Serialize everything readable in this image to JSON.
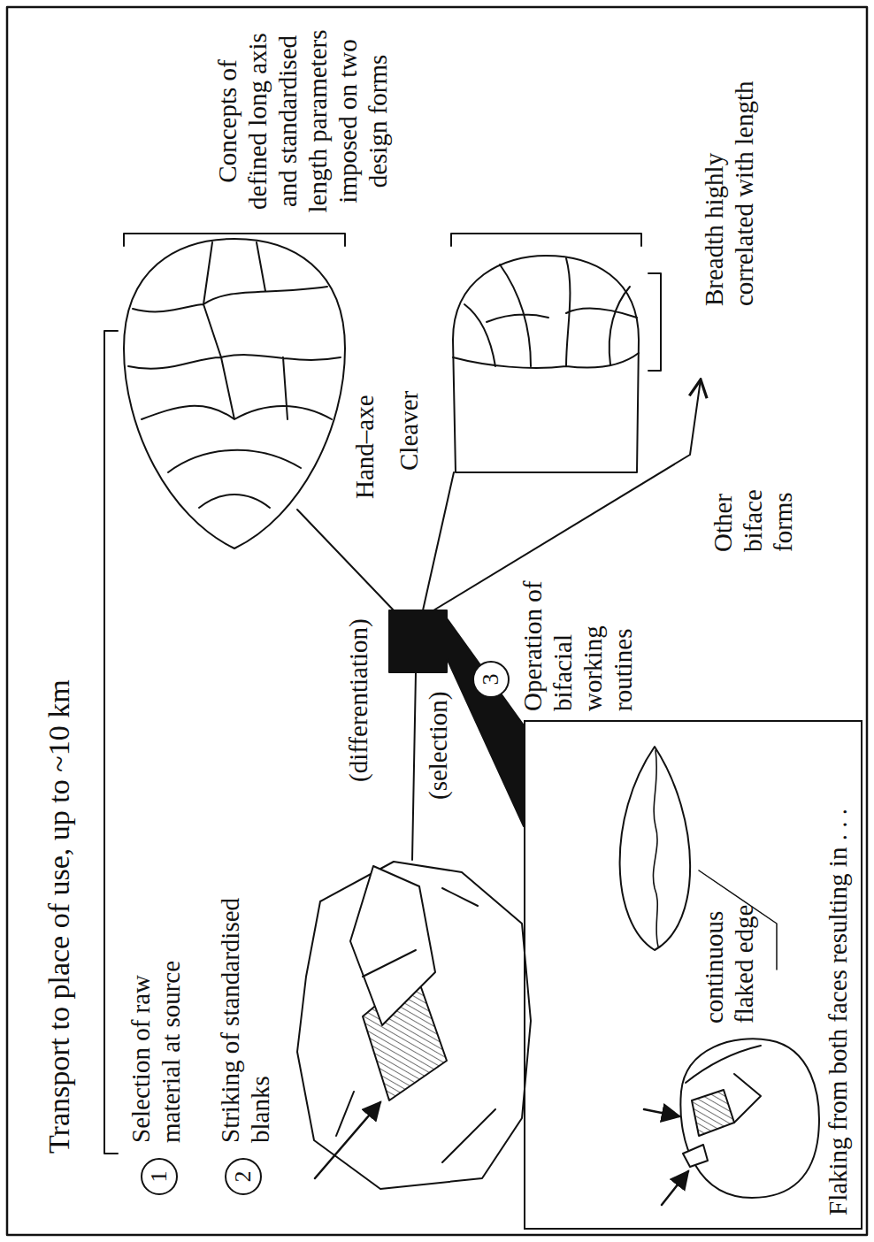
{
  "diagram": {
    "nodes": [
      {
        "text": [
          "1"
        ]
      },
      {
        "text": [
          "2"
        ]
      },
      {
        "text": [
          "3"
        ]
      },
      {
        "text": [
          "Flaking from both faces resulting in . . .",
          "continuous flaked edge"
        ]
      }
    ],
    "labels": [
      "Transport to place of use, up to ~10 km",
      "Selection of raw material at source",
      "Striking of standardised blanks",
      "(selection)",
      "(differentiation)",
      "Operation of bifacial working routines",
      "Hand–axe",
      "Cleaver",
      "Other biface forms",
      "Concepts of defined long axis and standardised length parameters imposed on two design forms",
      "Breadth highly correlated with length"
    ]
  }
}
